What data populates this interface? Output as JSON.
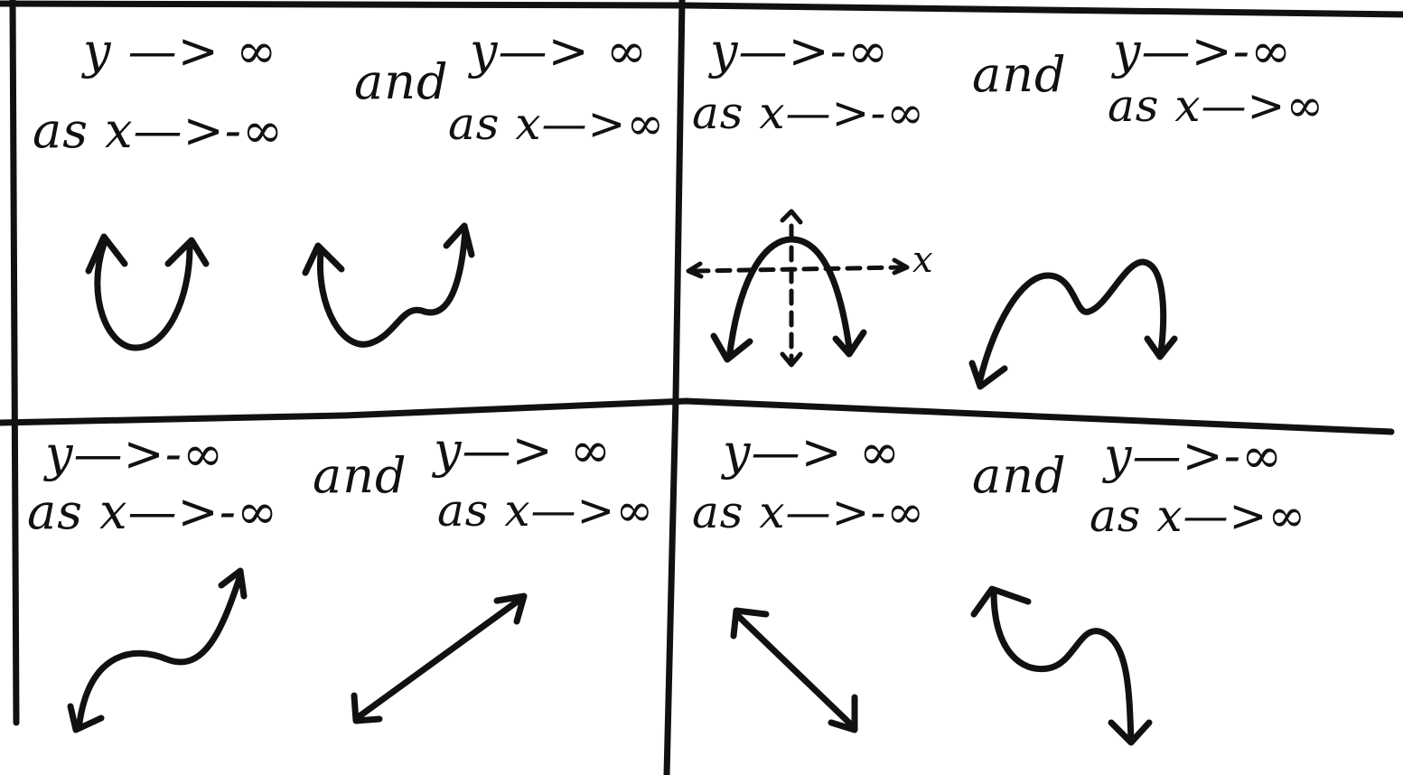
{
  "cells": [
    {
      "id": "top-left",
      "left": {
        "line1": "y —> ∞",
        "line2": "as x—>-∞"
      },
      "join": "and",
      "right": {
        "line1": "y—> ∞",
        "line2": "as x—>∞"
      }
    },
    {
      "id": "top-right",
      "left": {
        "line1": "y—>-∞",
        "line2": "as x—>-∞"
      },
      "join": "and",
      "right": {
        "line1": "y—>-∞",
        "line2": "as x—>∞"
      },
      "axis_label": "x"
    },
    {
      "id": "bottom-left",
      "left": {
        "line1": "y—>-∞",
        "line2": "as x—>-∞"
      },
      "join": "and",
      "right": {
        "line1": "y—> ∞",
        "line2": "as x—>∞"
      }
    },
    {
      "id": "bottom-right",
      "left": {
        "line1": "y—> ∞",
        "line2": "as x—>-∞"
      },
      "join": "and",
      "right": {
        "line1": "y—>-∞",
        "line2": "as x—>∞"
      }
    }
  ]
}
